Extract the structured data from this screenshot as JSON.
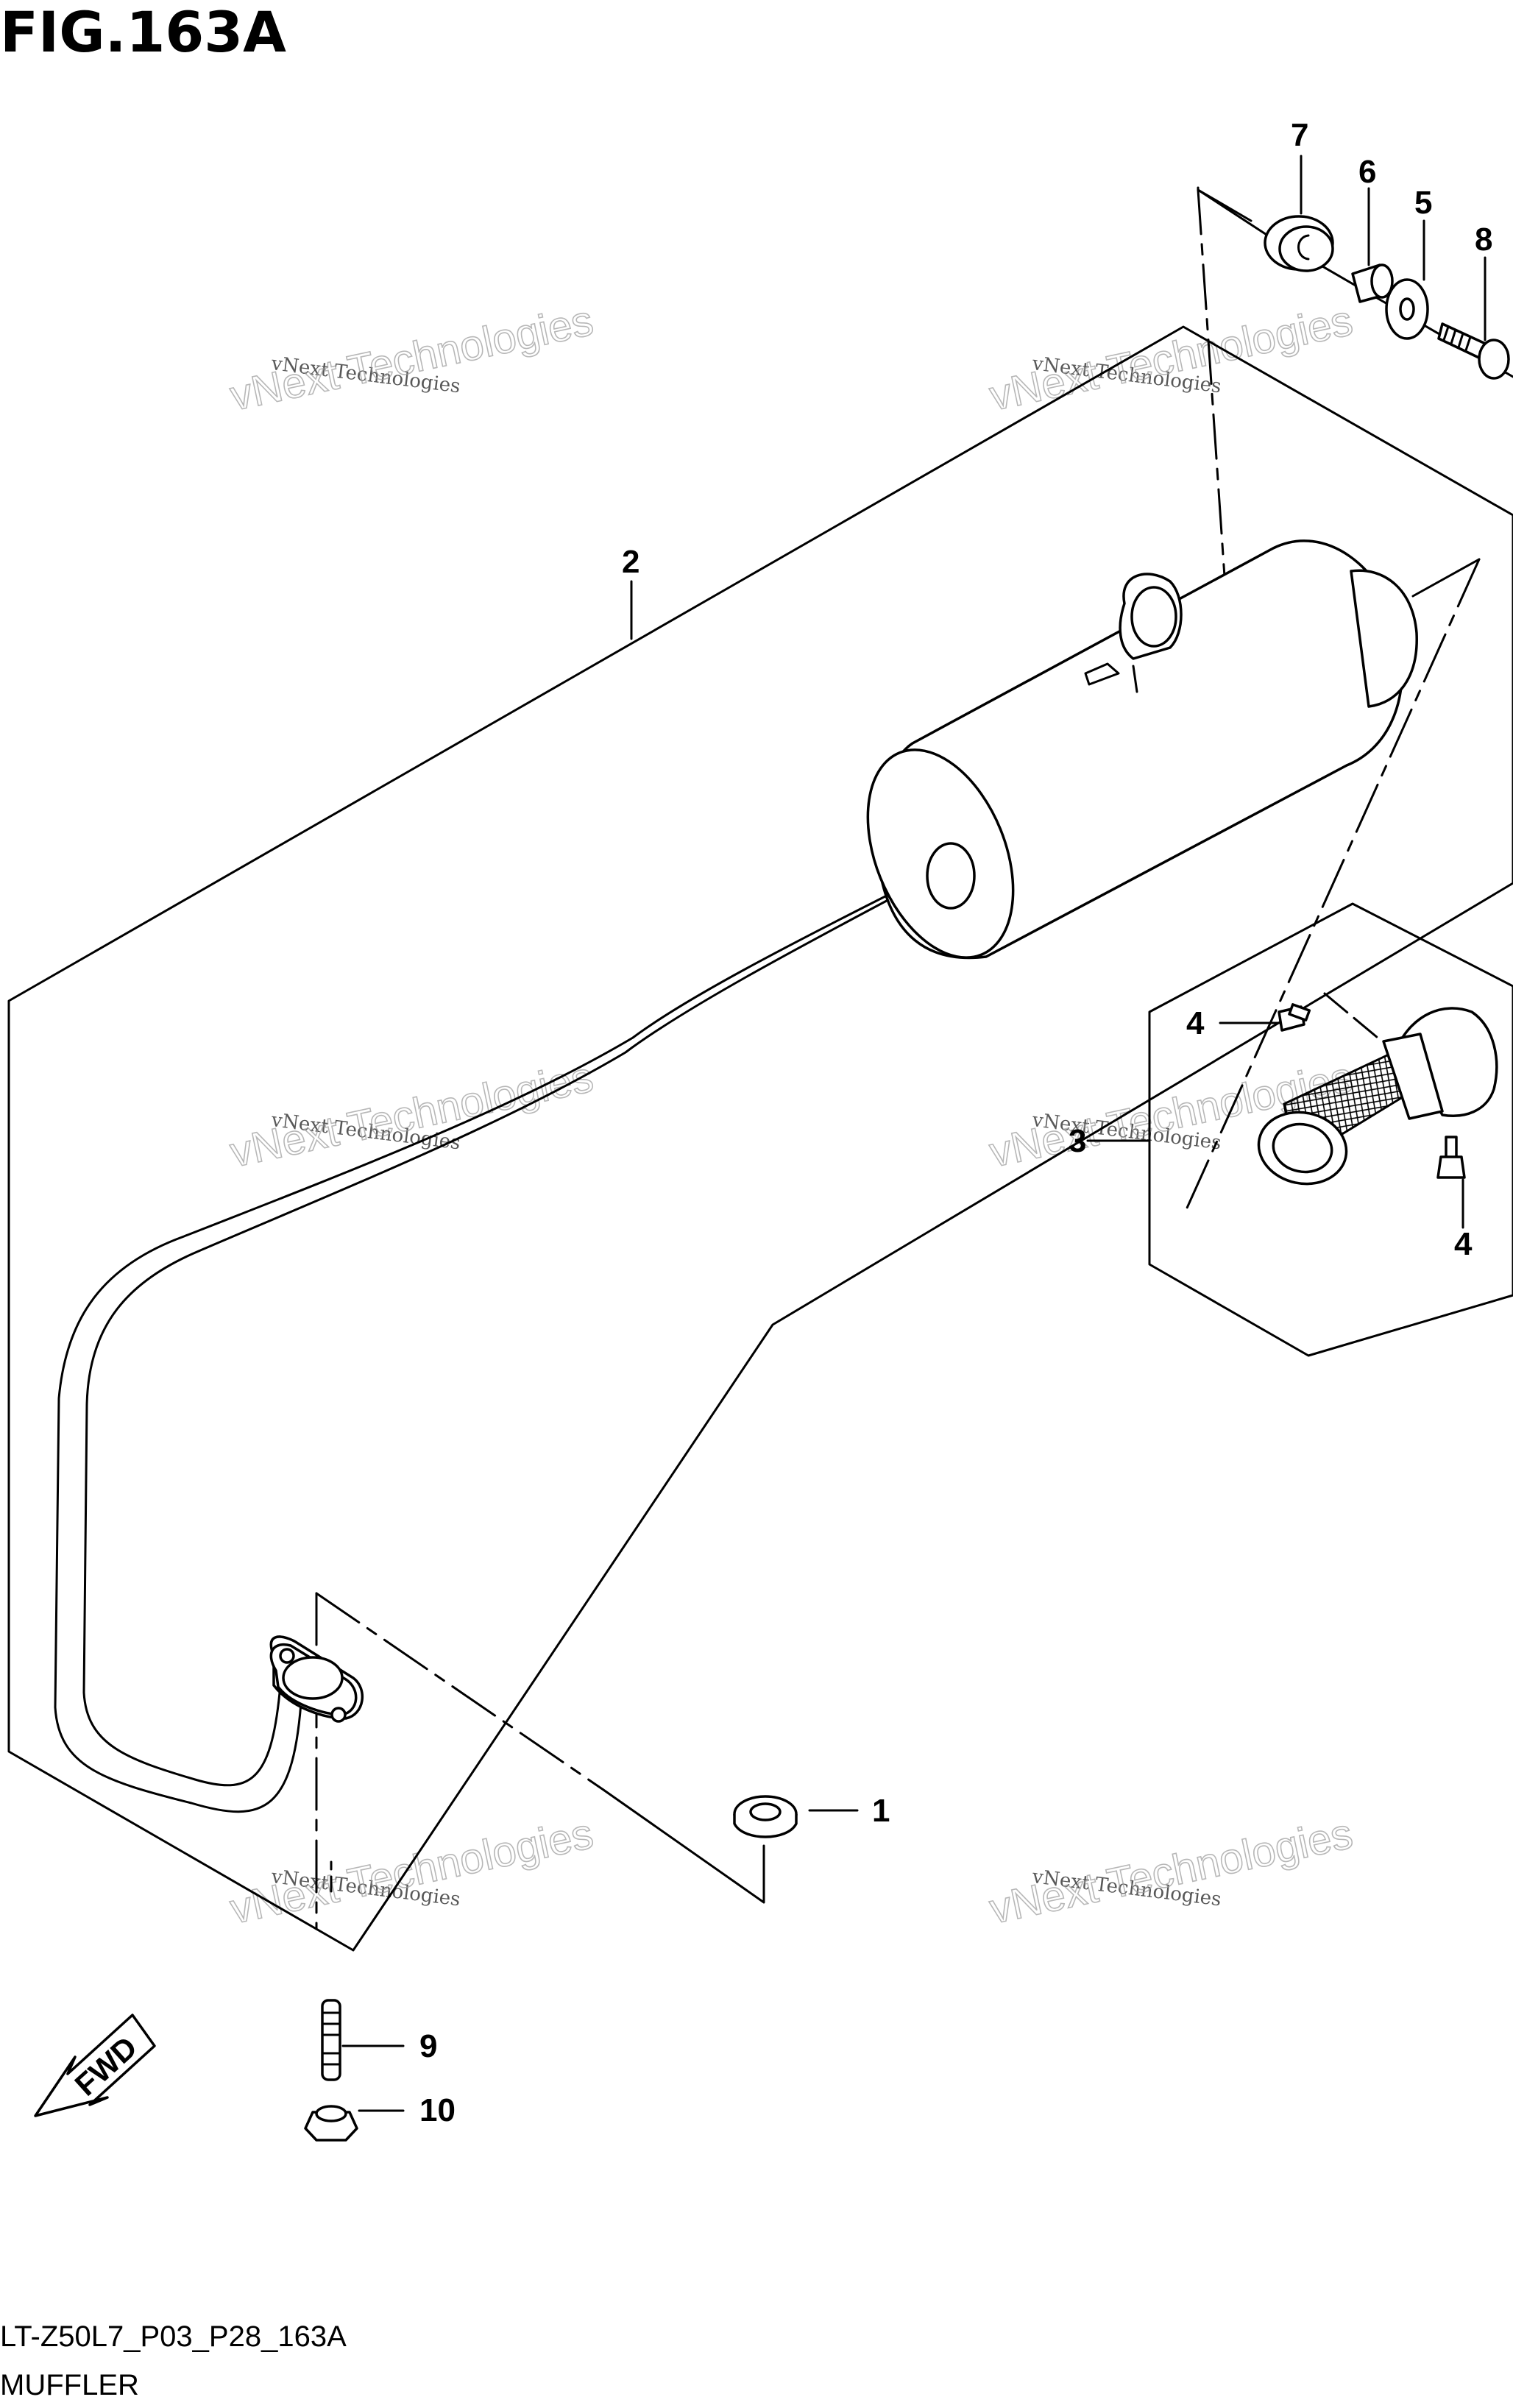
{
  "figure_title": "FIG.163A",
  "diagram_code": "LT-Z50L7_P03_P28_163A",
  "diagram_name": "MUFFLER",
  "fwd_label": "FWD",
  "watermark_small": "vNext Technologies",
  "watermark_large": "vNext Technologies",
  "callouts": {
    "p1": "1",
    "p2": "2",
    "p3": "3",
    "p4a": "4",
    "p4b": "4",
    "p5": "5",
    "p6": "6",
    "p7": "7",
    "p8": "8",
    "p9": "9",
    "p10": "10"
  }
}
